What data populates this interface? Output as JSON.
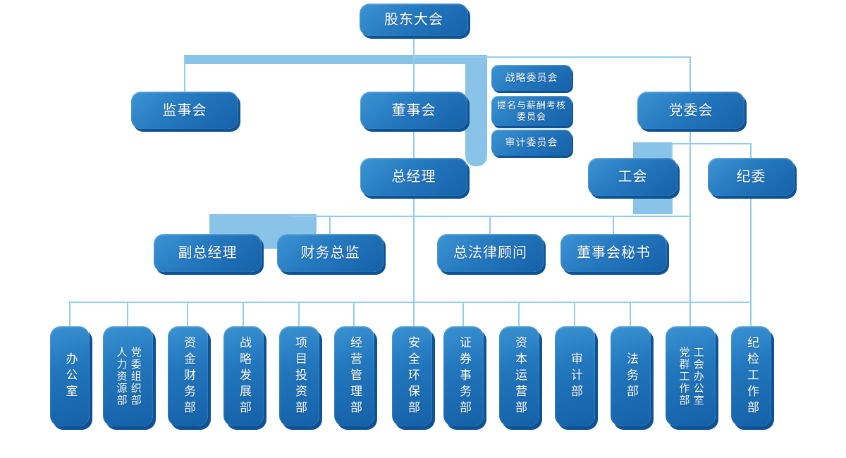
{
  "palette": {
    "node_gradient_top": "#3c94d3",
    "node_gradient_bottom": "#1561a8",
    "node_shadow": "#0e5296",
    "connector_line": "#93cdee",
    "decor_band": "#89c4e8",
    "text": "#ffffff",
    "background": "#ffffff"
  },
  "org": {
    "level1": {
      "label": "股东大会"
    },
    "level2": [
      {
        "label": "监事会"
      },
      {
        "label": "董事会"
      },
      {
        "label": "党委会"
      }
    ],
    "committees": [
      {
        "label": "战略委员会"
      },
      {
        "label": "提名与薪酬考核\n委员会"
      },
      {
        "label": "审计委员会"
      }
    ],
    "level3": [
      {
        "label": "总经理"
      },
      {
        "label": "工会"
      },
      {
        "label": "纪委"
      }
    ],
    "level4": [
      {
        "label": "副总经理"
      },
      {
        "label": "财务总监"
      },
      {
        "label": "总法律顾问"
      },
      {
        "label": "董事会秘书"
      }
    ],
    "departments": [
      {
        "label": "办公室"
      },
      {
        "label": "党委组织部\n人力资源部"
      },
      {
        "label": "资金财务部"
      },
      {
        "label": "战略发展部"
      },
      {
        "label": "项目投资部"
      },
      {
        "label": "经营管理部"
      },
      {
        "label": "安全环保部"
      },
      {
        "label": "证券事务部"
      },
      {
        "label": "资本运营部"
      },
      {
        "label": "审计部"
      },
      {
        "label": "法务部"
      },
      {
        "label": "工会办公室\n党群工作部"
      },
      {
        "label": "纪检工作部"
      }
    ]
  }
}
